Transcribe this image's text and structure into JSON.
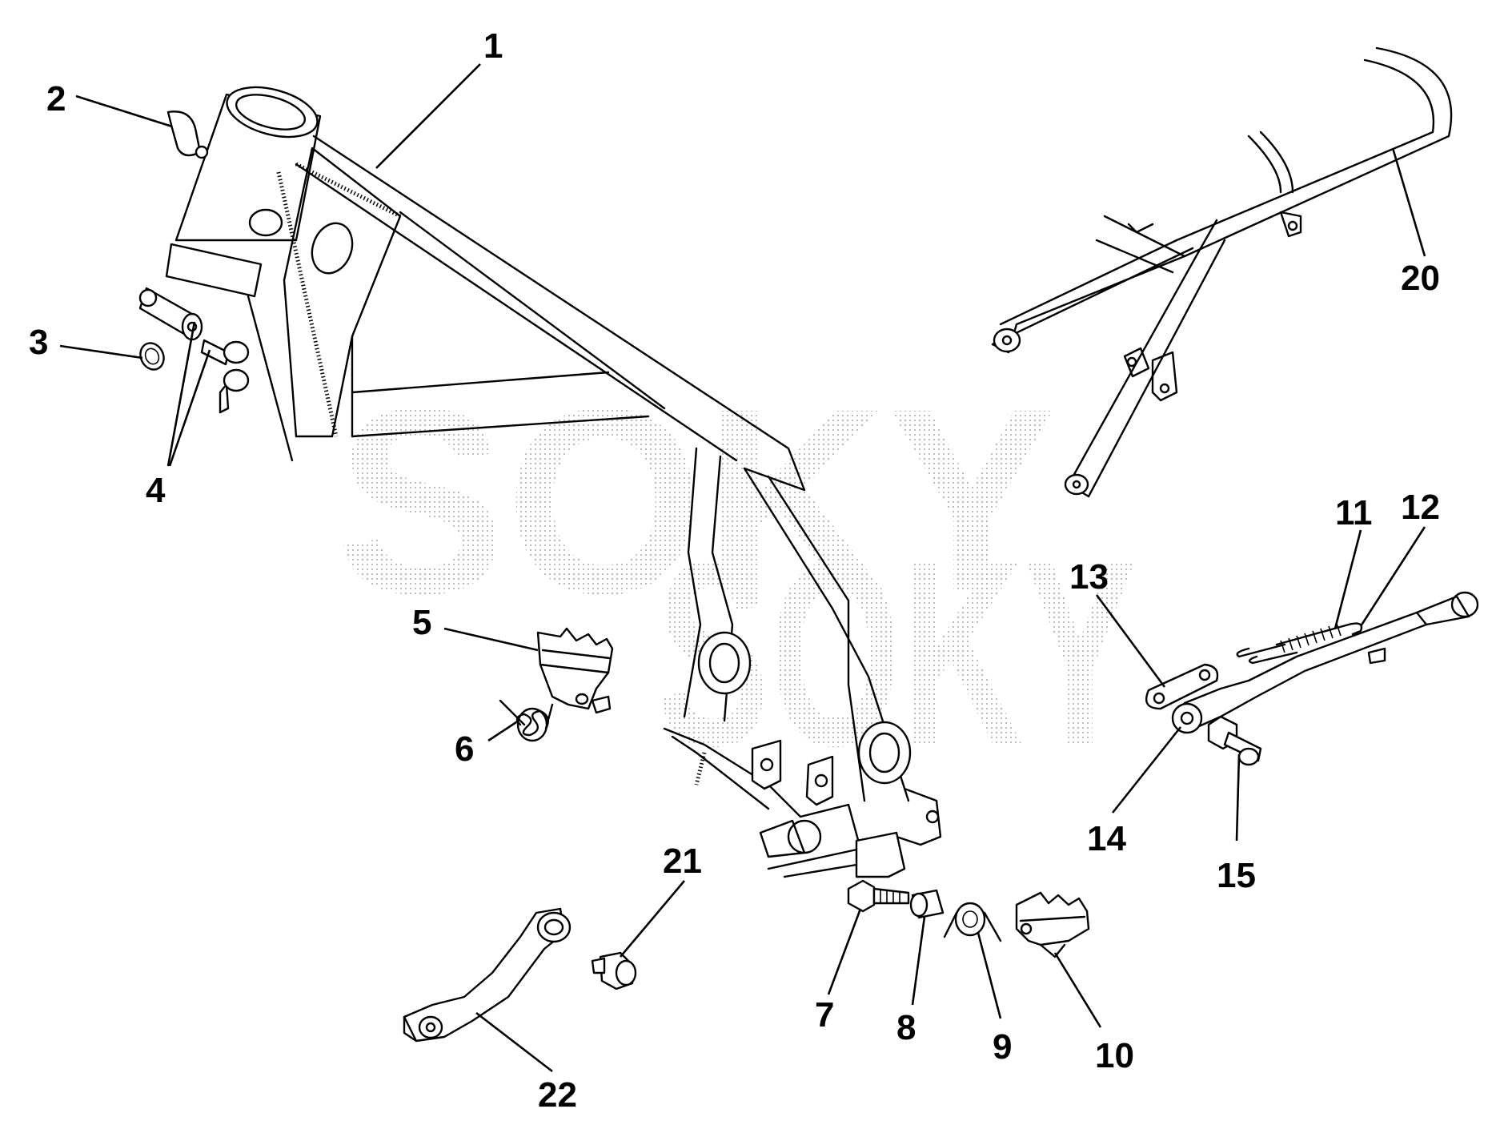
{
  "watermark": {
    "line1": "SOKY",
    "line2": "SOKY"
  },
  "callouts": [
    {
      "number": "1"
    },
    {
      "number": "2"
    },
    {
      "number": "3"
    },
    {
      "number": "4"
    },
    {
      "number": "5"
    },
    {
      "number": "6"
    },
    {
      "number": "7"
    },
    {
      "number": "8"
    },
    {
      "number": "9"
    },
    {
      "number": "10"
    },
    {
      "number": "11"
    },
    {
      "number": "12"
    },
    {
      "number": "13"
    },
    {
      "number": "14"
    },
    {
      "number": "15"
    },
    {
      "number": "20"
    },
    {
      "number": "21"
    },
    {
      "number": "22"
    }
  ]
}
